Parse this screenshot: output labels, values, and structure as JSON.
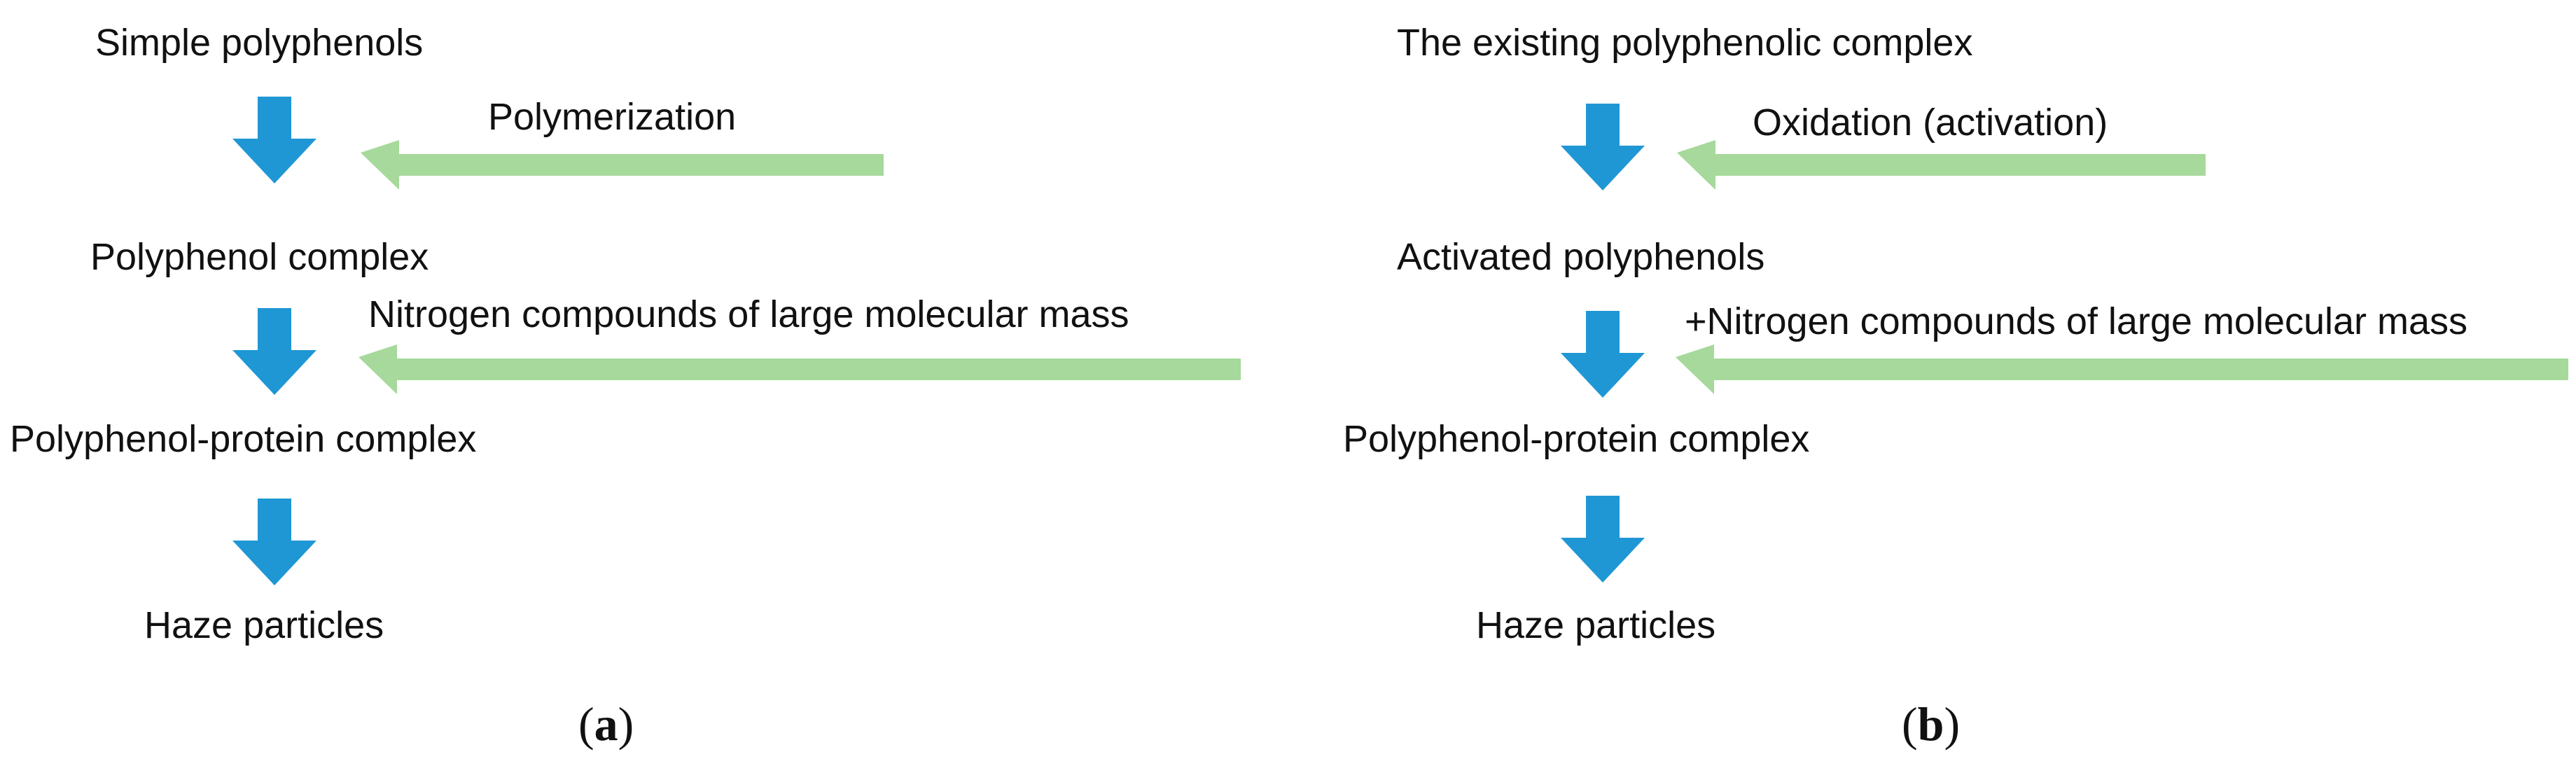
{
  "colors": {
    "down_arrow": "#1f97d4",
    "side_arrow": "#a6d99b",
    "text": "#111111"
  },
  "panel_a": {
    "step1": "Simple polyphenols",
    "step2": "Polyphenol complex",
    "step3": "Polyphenol-protein complex",
    "step4": "Haze particles",
    "input1": "Polymerization",
    "input2": "Nitrogen compounds of large molecular mass",
    "caption_open": "(",
    "caption_letter": "a",
    "caption_close": ")"
  },
  "panel_b": {
    "step1": "The existing polyphenolic complex",
    "step2": "Activated polyphenols",
    "step3": "Polyphenol-protein complex",
    "step4": "Haze particles",
    "input1": "Oxidation (activation)",
    "input2": "+Nitrogen compounds of large molecular mass",
    "caption_open": "(",
    "caption_letter": "b",
    "caption_close": ")"
  }
}
